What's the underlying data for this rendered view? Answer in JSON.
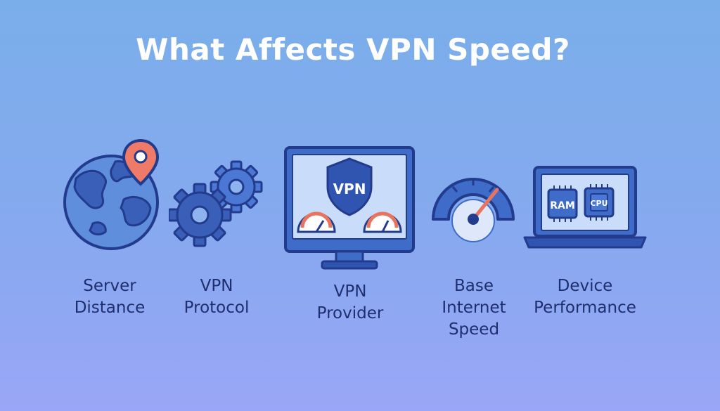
{
  "title": "What Affects VPN Speed?",
  "colors": {
    "outline": "#233b8c",
    "primary_blue": "#3f6cc8",
    "light_blue": "#c9dcfa",
    "accent_coral": "#e8735f",
    "background_top": "#7aaeea",
    "background_bottom": "#9aa6f7"
  },
  "factors": [
    {
      "icon": "globe-with-location-pin-icon",
      "lines": [
        "Server",
        "Distance"
      ]
    },
    {
      "icon": "gears-icon",
      "lines": [
        "VPN",
        "Protocol"
      ]
    },
    {
      "icon": "monitor-with-vpn-shield-icon",
      "shield_text": "VPN",
      "lines": [
        "VPN",
        "Provider"
      ]
    },
    {
      "icon": "speedometer-icon",
      "lines": [
        "Base",
        "Internet",
        "Speed"
      ]
    },
    {
      "icon": "laptop-with-chips-icon",
      "chip_ram": "RAM",
      "chip_cpu": "CPU",
      "lines": [
        "Device",
        "Performance"
      ]
    }
  ]
}
